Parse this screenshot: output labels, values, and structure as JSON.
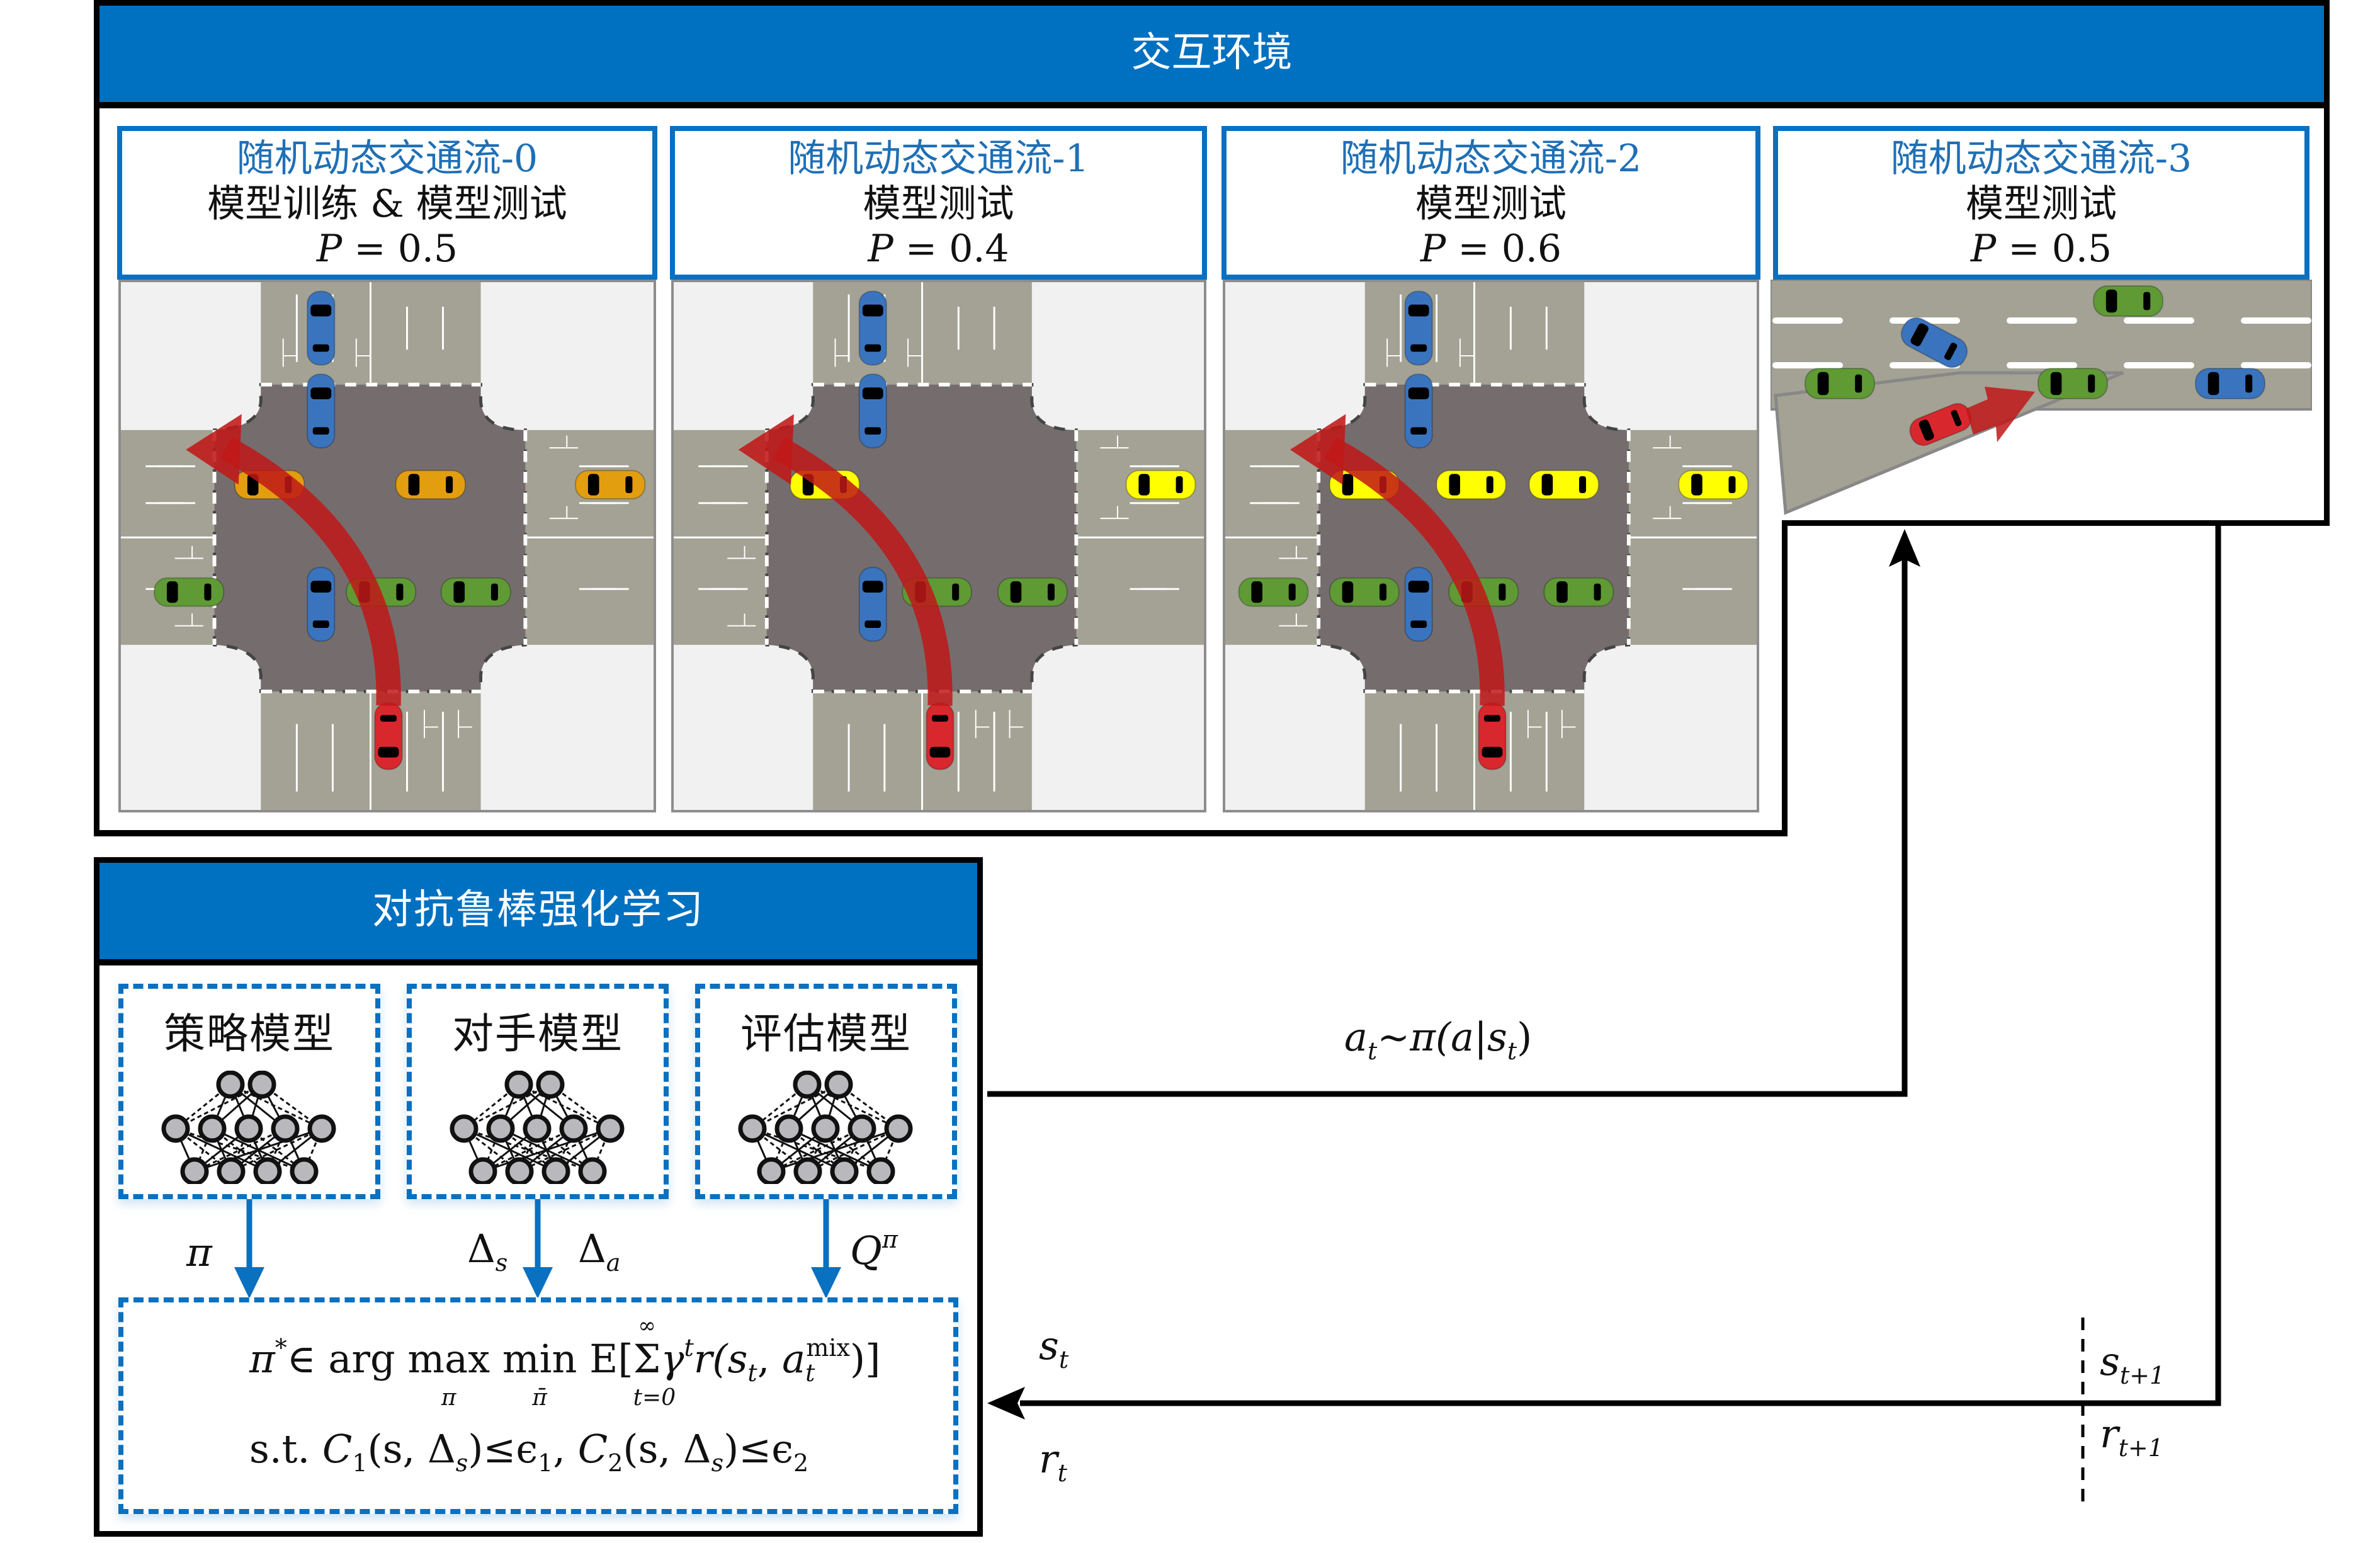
{
  "colors": {
    "header_blue": "#0070c0",
    "panel_title_blue": "#1f6fb5",
    "frame_black": "#000000",
    "road_gray": "#a3a294",
    "intersection_dark": "#756d6d",
    "ground": "#f1f1f1",
    "car_blue": "#3a74bf",
    "car_green": "#5f9a35",
    "car_orange": "#e39e10",
    "car_yellow": "#ffff00",
    "car_red": "#d9272e",
    "trajectory_red": "#c01818"
  },
  "environment": {
    "title": "交互环境",
    "panels": [
      {
        "name": "随机动态交通流-0",
        "usage": "模型训练 & 模型测试",
        "p_label": "P",
        "p_value": "0.5",
        "scene": "intersection",
        "cross_traffic_color": "orange"
      },
      {
        "name": "随机动态交通流-1",
        "usage": "模型测试",
        "p_label": "P",
        "p_value": "0.4",
        "scene": "intersection",
        "cross_traffic_color": "yellow"
      },
      {
        "name": "随机动态交通流-2",
        "usage": "模型测试",
        "p_label": "P",
        "p_value": "0.6",
        "scene": "intersection",
        "cross_traffic_color": "yellow"
      },
      {
        "name": "随机动态交通流-3",
        "usage": "模型测试",
        "p_label": "P",
        "p_value": "0.5",
        "scene": "highway-merge",
        "cross_traffic_color": "green"
      }
    ]
  },
  "rl": {
    "title": "对抗鲁棒强化学习",
    "models": [
      {
        "label": "策略模型",
        "output": "π",
        "output_sub": ""
      },
      {
        "label": "对手模型",
        "output": "Δ",
        "output_sub": "s",
        "output2": "Δ",
        "output2_sub": "a"
      },
      {
        "label": "评估模型",
        "output": "Q",
        "output_sup": "π"
      }
    ],
    "formula": {
      "line1": {
        "pi": "π",
        "star": "*",
        "in": "∈",
        "argmax": "arg",
        "max": "max",
        "max_sub": "π",
        "min": "min",
        "min_sub": "π̄",
        "E": "E[",
        "sum": "Σ",
        "sum_top": "∞",
        "sum_bottom": "t=0",
        "gamma": "γ",
        "gamma_sup": "t",
        "r": "r(",
        "s": "s",
        "s_sub": "t",
        "comma": ", ",
        "a": "a",
        "a_sub": "t",
        "a_sup": "mix",
        "close": ")]"
      },
      "line2": {
        "st": "s.t.",
        "c1": "C",
        "c1_sub": "1",
        "c1_args": "(s, Δ",
        "c1_args_sub": "s",
        "c1_rel": ")≤ϵ",
        "c1_eps_sub": "1",
        "sep": ",",
        "c2": "C",
        "c2_sub": "2",
        "c2_args": "(s, Δ",
        "c2_args_sub": "s",
        "c2_rel": ")≤ϵ",
        "c2_eps_sub": "2"
      }
    }
  },
  "flows": {
    "action": {
      "a": "a",
      "a_sub": "t",
      "rest": "~π(a|s",
      "s_sub": "t",
      "close": ")"
    },
    "state_in": {
      "s": "s",
      "s_sub": "t"
    },
    "reward_in": {
      "r": "r",
      "r_sub": "t"
    },
    "state_next": {
      "s": "s",
      "s_sub": "t+1"
    },
    "reward_next": {
      "r": "r",
      "r_sub": "t+1"
    }
  }
}
